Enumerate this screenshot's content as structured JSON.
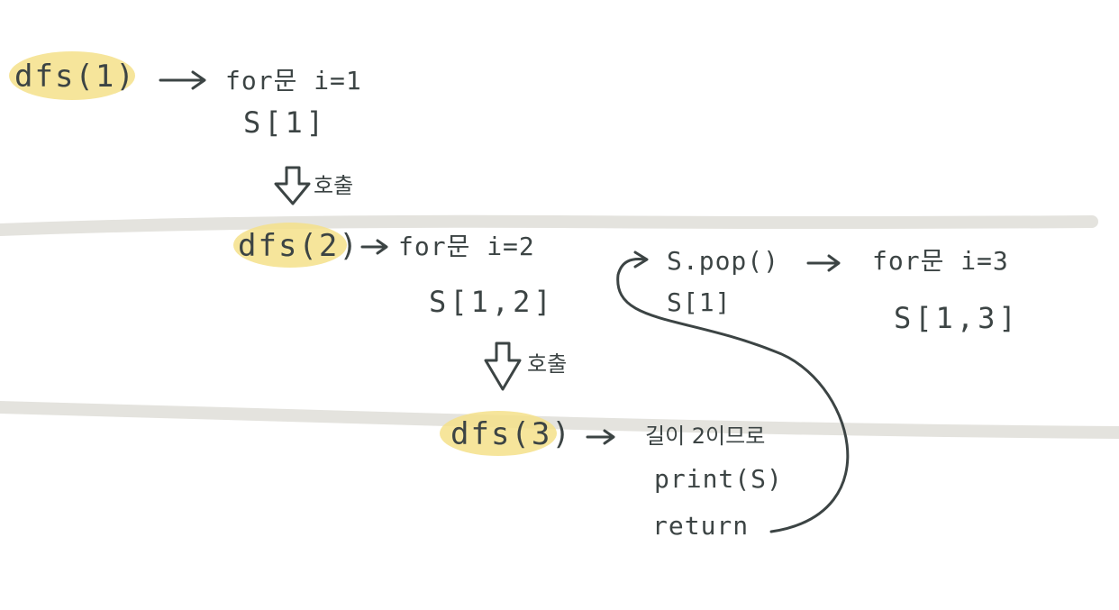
{
  "colors": {
    "ink": "#3c4444",
    "highlight": "#f4e08a",
    "divider": "#e4e3de",
    "background": "#ffffff"
  },
  "levels": [
    {
      "call": "dfs(1)",
      "loop": "for문 i=1",
      "stack": "S[1]",
      "down_label": "호출"
    },
    {
      "call": "dfs(2)",
      "loop": "for문 i=2",
      "stack": "S[1,2]",
      "down_label": "호출"
    },
    {
      "call": "dfs(3)",
      "base_case": "길이 2이므로",
      "print": "print(S)",
      "ret": "return"
    }
  ],
  "backtrack": {
    "pop": "S.pop()",
    "stack_after_pop": "S[1]",
    "loop": "for문 i=3",
    "stack": "S[1,3]"
  },
  "icons": {
    "down_arrow": "hollow-down-arrow-icon",
    "right_arrow": "right-arrow-icon",
    "return_curve": "return-curve-arrow-icon"
  }
}
